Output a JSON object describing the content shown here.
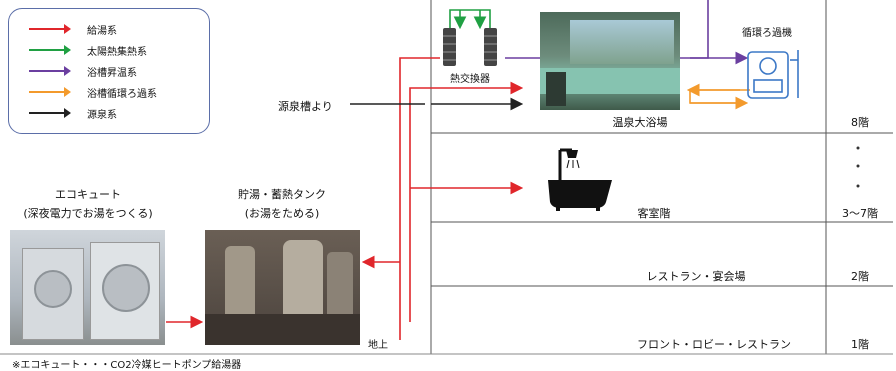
{
  "legend": {
    "items": [
      {
        "label": "給湯系",
        "color": "#e0262b"
      },
      {
        "label": "太陽熱集熱系",
        "color": "#20a043"
      },
      {
        "label": "浴槽昇温系",
        "color": "#6b3fa0"
      },
      {
        "label": "浴槽循環ろ過系",
        "color": "#f39a2c"
      },
      {
        "label": "源泉系",
        "color": "#222222"
      }
    ]
  },
  "labels": {
    "ecocute_title": "エコキュート",
    "ecocute_sub": "(深夜電力でお湯をつくる)",
    "tank_title": "貯湯・蓄熱タンク",
    "tank_sub": "(お湯をためる)",
    "heat_exchanger": "熱交換器",
    "filter_unit": "循環ろ過機",
    "source_spring": "源泉槽より",
    "ground": "地上",
    "footnote": "※エコキュート・・・CO2冷媒ヒートポンプ給湯器"
  },
  "floors": [
    {
      "name": "温泉大浴場",
      "level": "8階"
    },
    {
      "name": "客室階",
      "level": "3〜7階"
    },
    {
      "name": "レストラン・宴会場",
      "level": "2階"
    },
    {
      "name": "フロント・ロビー・レストラン",
      "level": "1階"
    }
  ],
  "colors": {
    "supply": "#e0262b",
    "solar": "#20a043",
    "heating": "#6b3fa0",
    "filter": "#f39a2c",
    "source": "#222222",
    "legend_border": "#5b6ea8"
  }
}
